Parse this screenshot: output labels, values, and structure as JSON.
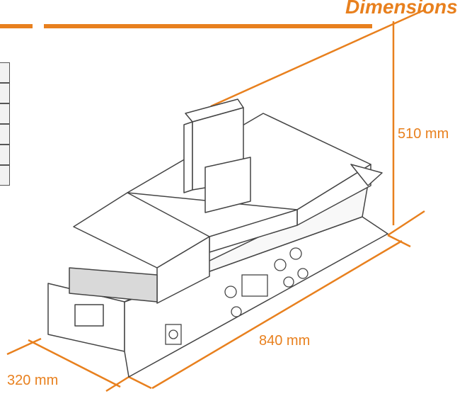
{
  "header": {
    "title": "Dimensions"
  },
  "dimensions": {
    "height": "510 mm",
    "length": "840 mm",
    "width": "320 mm"
  },
  "colors": {
    "accent": "#e8801e",
    "line": "#444444"
  },
  "spec_table": {
    "rows": 6
  }
}
